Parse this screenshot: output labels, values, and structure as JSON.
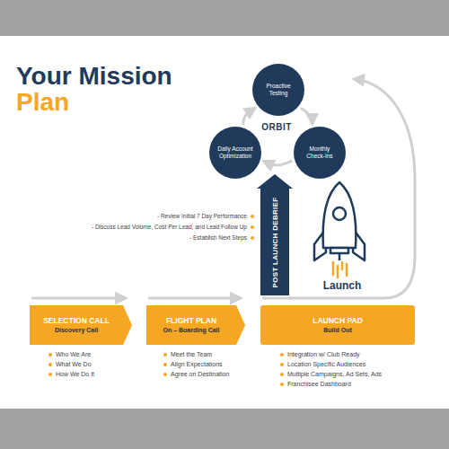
{
  "diagram": {
    "title": "Your Mission Plan",
    "nodes": [
      {
        "text": [
          "Proactive Testing"
        ]
      },
      {
        "text": [
          "Daily Account Optimization"
        ]
      },
      {
        "text": [
          "Monthly Check-Ins"
        ]
      },
      {
        "text": [
          "POST LAUNCH DEBRIEF"
        ]
      },
      {
        "text": [
          "SELECTION CALL",
          "Discovery Call"
        ]
      },
      {
        "text": [
          "FLIGHT PLAN",
          "On – Boarding Call"
        ]
      },
      {
        "text": [
          "LAUNCH PAD",
          "Build Out"
        ]
      }
    ],
    "edges": [
      {
        "from": 0,
        "to": 2,
        "arrow": "to"
      },
      {
        "from": 2,
        "to": 1,
        "arrow": "to"
      },
      {
        "from": 1,
        "to": 0,
        "arrow": "to"
      }
    ],
    "labels": [
      "ORBIT",
      "- Review Initial 7 Day Performance",
      "- Discuss Lead Volume, Cost Per Lead, and Lead Follow Up",
      "- Establish Next Steps",
      "Launch",
      "Who We Are",
      "What We Do",
      "How We Do It",
      "Meet the Team",
      "Align Expectations",
      "Agree on Destination",
      "Integration w/ Club Ready",
      "Location Specific Audiences",
      "Multiple Campaigns, Ad Sets, Ads",
      "Franchisee Dashboard"
    ]
  }
}
